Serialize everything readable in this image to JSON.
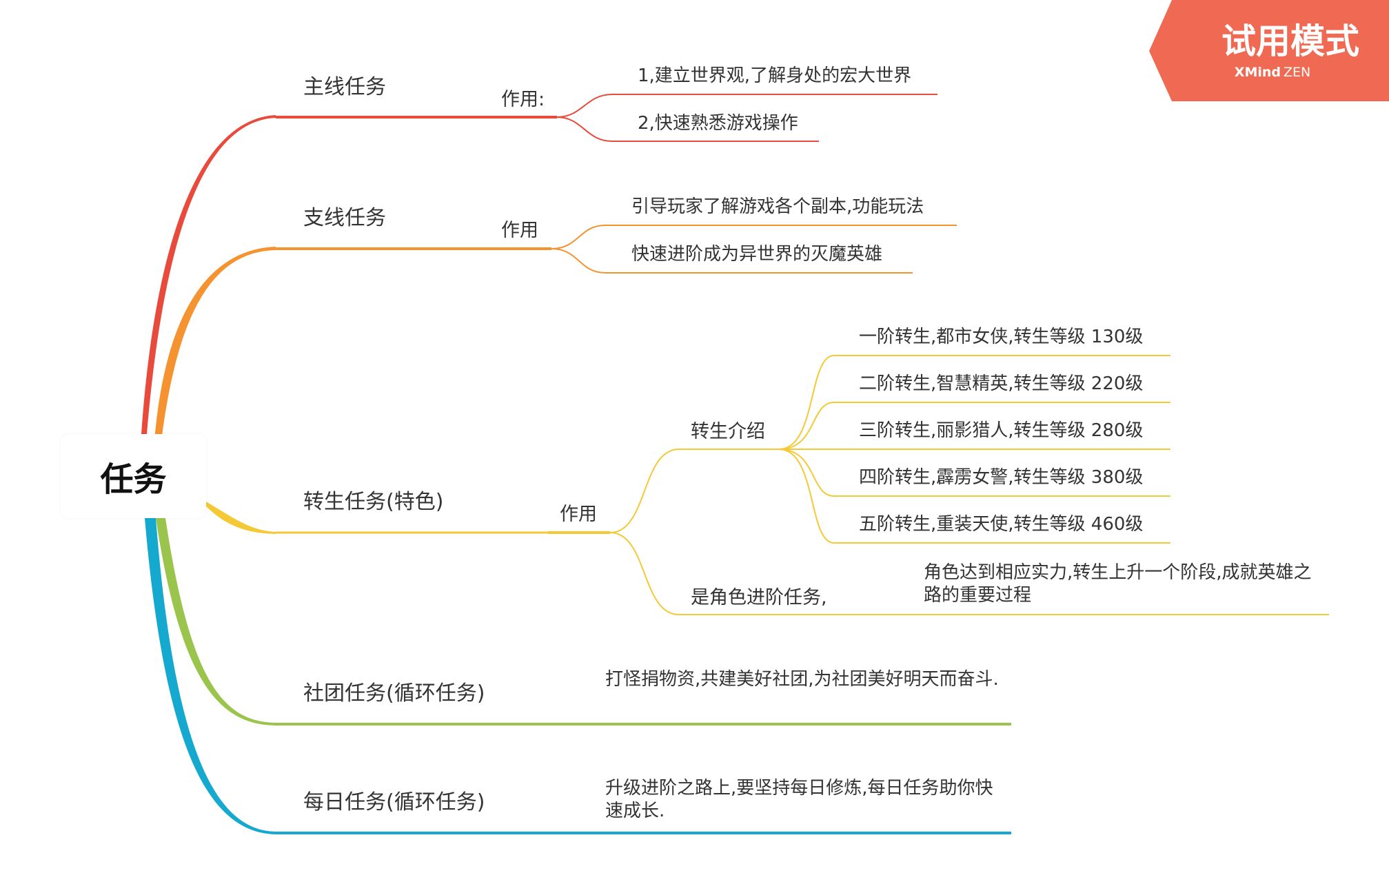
{
  "root": {
    "label": "任务"
  },
  "branches": [
    {
      "label": "主线任务",
      "color": "#e84b3c",
      "children": [
        {
          "label": "作用:",
          "children": [
            {
              "label": "1,建立世界观,了解身处的宏大世界"
            },
            {
              "label": "2,快速熟悉游戏操作"
            }
          ]
        }
      ]
    },
    {
      "label": "支线任务",
      "color": "#f59331",
      "children": [
        {
          "label": "作用",
          "children": [
            {
              "label": "引导玩家了解游戏各个副本,功能玩法"
            },
            {
              "label": "快速进阶成为异世界的灭魔英雄"
            }
          ]
        }
      ]
    },
    {
      "label": "转生任务(特色)",
      "color": "#f5c935",
      "children": [
        {
          "label": "作用",
          "children": [
            {
              "label": "转生介绍",
              "children": [
                {
                  "label": "一阶转生,都市女侠,转生等级 130级"
                },
                {
                  "label": "二阶转生,智慧精英,转生等级 220级"
                },
                {
                  "label": "三阶转生,丽影猎人,转生等级 280级"
                },
                {
                  "label": "四阶转生,霹雳女警,转生等级  380级"
                },
                {
                  "label": "五阶转生,重装天使,转生等级 460级"
                }
              ]
            },
            {
              "label": "是角色进阶任务,",
              "children": [
                {
                  "label": "角色达到相应实力,转生上升一个阶段,成就英雄之路的重要过程"
                }
              ]
            }
          ]
        }
      ]
    },
    {
      "label": "社团任务(循环任务)",
      "color": "#9bc44d",
      "children": [
        {
          "label": "打怪捐物资,共建美好社团,为社团美好明天而奋斗."
        }
      ]
    },
    {
      "label": "每日任务(循环任务)",
      "color": "#15a9cf",
      "children": [
        {
          "label": "升级进阶之路上,要坚持每日修炼,每日任务助你快速成长."
        }
      ]
    }
  ],
  "watermark": {
    "title": "试用模式",
    "brand": "XMind",
    "edition": "ZEN",
    "color": "#f06a53"
  }
}
